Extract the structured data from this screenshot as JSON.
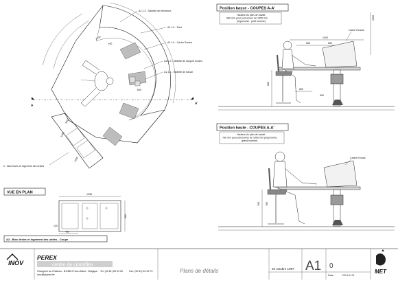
{
  "plan": {
    "section_markers": [
      "A",
      "A'"
    ],
    "callouts": [
      "A1.1.3 - Tablette de fermeture",
      "A1.1.5 - Pied",
      "A1.1.6 - Cache Ecrans",
      "A1.1.2 - Tablette de support écrans",
      "A1.1.1 - Tablette de travail",
      "2 - Bloc tiroirs et logement des unités"
    ],
    "dims": [
      "1200",
      "750",
      "600",
      "1200",
      "650",
      "1050"
    ],
    "caption": "VUE EN PLAN"
  },
  "elevation": {
    "dims": [
      "1338",
      "420",
      "120",
      "680"
    ],
    "caption": "A2 - Bloc tiroirs et logement des unités - Coupe"
  },
  "section_low": {
    "title": "Position basse - COUPES A-A'",
    "note_lines": [
      "Hauteur du plan de travail:",
      "680 mm pour personnes de 1650 mm",
      "(ergonomie : petit homme)"
    ],
    "label": "Cache Ecrans",
    "dims": [
      "1300",
      "650",
      "650",
      "680",
      "800",
      "600",
      "1500"
    ]
  },
  "section_high": {
    "title": "Position haute - COUPES A-A'",
    "note_lines": [
      "Hauteur du plan de travail:",
      "760 mm pour personnes de 1950 mm (ergonomie:",
      "grand homme)"
    ],
    "label": "Cache Ecrans",
    "dims": [
      "760",
      "780"
    ]
  },
  "titleblock": {
    "logo": "INOV",
    "company": "PEREX",
    "subtitle": "centre de contrôles",
    "address": "Orangerie du Château - B-6380 Franc-Waret - Belgique",
    "tel": "Tel: (32.81) 83 33 00",
    "fax": "Fax: (32.81) 83 43 73",
    "email": "inov@skynet.be",
    "drawing_title": "Plans de détails",
    "date": "20 octobre 1997",
    "sheet": "A1",
    "revision": "0",
    "date_label": "Date :",
    "ref": "170-A-C-01",
    "emblem": "MET"
  }
}
